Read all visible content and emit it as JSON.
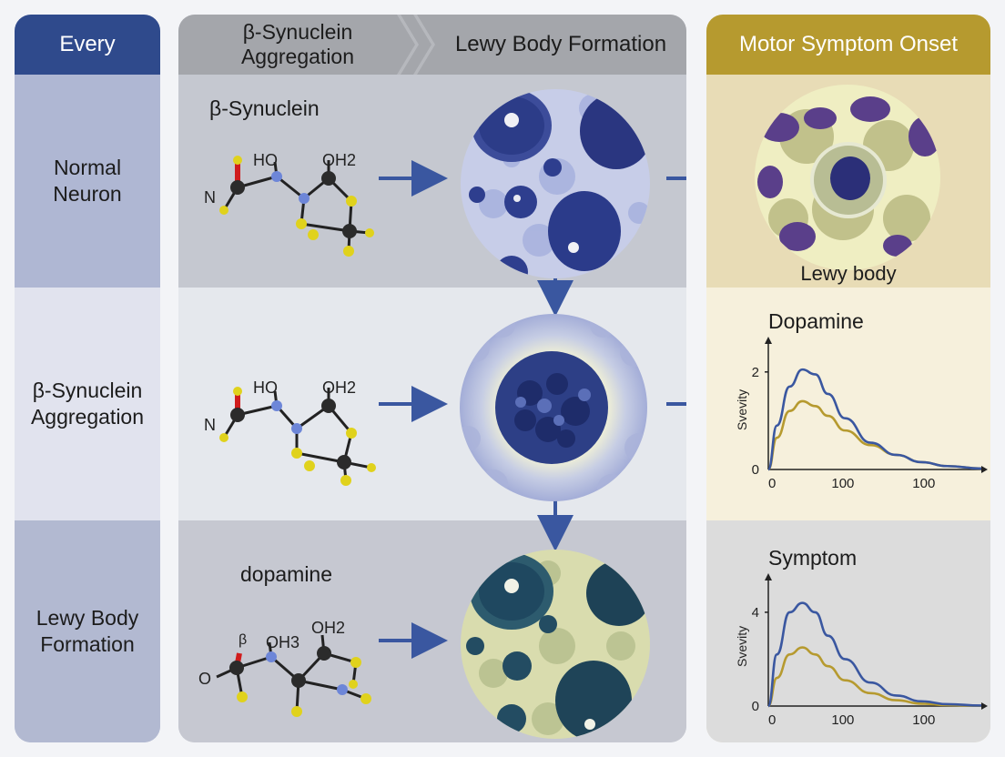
{
  "columns": {
    "left_header": "Every",
    "mid_header_a": "β-Synuclein Aggregation",
    "mid_header_b": "Lewy Body Formation",
    "right_header": "Motor Symptom Onset"
  },
  "rows": [
    {
      "label": "Normal Neuron",
      "molecule_title": "β-Synuclein",
      "atom_labels": [
        "HO",
        "OH2",
        "N"
      ]
    },
    {
      "label": "β-Synuclein Aggregation",
      "molecule_title": "",
      "atom_labels": [
        "HO",
        "OH2",
        "N"
      ]
    },
    {
      "label": "Lewy Body Formation",
      "molecule_title": "dopamine",
      "atom_labels": [
        "β",
        "OH3",
        "OH2",
        "O"
      ]
    }
  ],
  "right_panels": {
    "lewy_body_label": "Lewy body",
    "chart1_title": "Dopamine",
    "chart2_title": "Symptom"
  },
  "colors": {
    "accent_blue": "#2f4a8c",
    "gold": "#b69a2f",
    "arrow": "#3a57a0"
  },
  "chart_data": [
    {
      "type": "line",
      "title": "Dopamine",
      "ylabel": "Svevity",
      "xlabel": "",
      "x_ticks": [
        "0",
        "100",
        "100"
      ],
      "y_ticks": [
        "0",
        "2"
      ],
      "ylim": [
        0,
        2.5
      ],
      "xlim": [
        0,
        250
      ],
      "series": [
        {
          "color": "#3a57a0",
          "x": [
            0,
            10,
            25,
            40,
            55,
            70,
            90,
            120,
            150,
            180,
            210,
            250
          ],
          "y": [
            0,
            0.9,
            1.7,
            2.05,
            1.95,
            1.55,
            1.05,
            0.55,
            0.3,
            0.15,
            0.07,
            0.02
          ]
        },
        {
          "color": "#b69a2f",
          "x": [
            0,
            10,
            25,
            40,
            55,
            70,
            90,
            120,
            150,
            180,
            210,
            250
          ],
          "y": [
            0,
            0.65,
            1.2,
            1.4,
            1.3,
            1.1,
            0.8,
            0.5,
            0.3,
            0.15,
            0.07,
            0.02
          ]
        }
      ]
    },
    {
      "type": "line",
      "title": "Symptom",
      "ylabel": "Svevity",
      "xlabel": "",
      "x_ticks": [
        "0",
        "100",
        "100"
      ],
      "y_ticks": [
        "0",
        "4"
      ],
      "ylim": [
        0,
        5.2
      ],
      "xlim": [
        0,
        250
      ],
      "series": [
        {
          "color": "#3a57a0",
          "x": [
            0,
            10,
            25,
            40,
            55,
            70,
            90,
            120,
            150,
            180,
            210,
            250
          ],
          "y": [
            0,
            2.2,
            4.0,
            4.4,
            4.0,
            3.0,
            2.0,
            1.0,
            0.45,
            0.2,
            0.08,
            0.02
          ]
        },
        {
          "color": "#b69a2f",
          "x": [
            0,
            10,
            25,
            40,
            55,
            70,
            90,
            120,
            150,
            180,
            210,
            250
          ],
          "y": [
            0,
            1.2,
            2.2,
            2.5,
            2.2,
            1.7,
            1.1,
            0.55,
            0.25,
            0.1,
            0.04,
            0.01
          ]
        }
      ]
    }
  ]
}
